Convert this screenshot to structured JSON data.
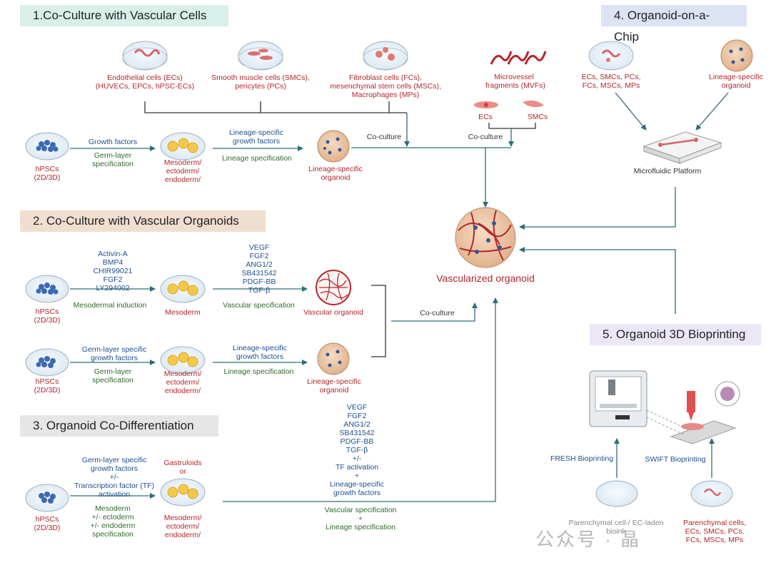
{
  "sections": {
    "s1": "1.Co-Culture with Vascular Cells",
    "s2": "2. Co-Culture with Vascular Organoids",
    "s3": "3. Organoid Co-Differentiation",
    "s4": "4. Organoid-on-a-Chip",
    "s5": "5. Organoid 3D Bioprinting"
  },
  "s1": {
    "ecs": "Endothelial cells (ECs)\n(HUVECs, EPCs, hPSC-ECs)",
    "smcs": "Smooth muscle cells (SMCs),\npericytes (PCs)",
    "fcs": "Fibroblast cells (FCs),\nmesenchymal stem cells (MSCs),\nMacrophages (MPs)",
    "mvf": "Microvessel\nfragments (MVFs)",
    "mvf_ecs": "ECs",
    "mvf_smcs": "SMCs",
    "coculture_a": "Co-culture",
    "coculture_b": "Co-culture",
    "hpscs": "hPSCs\n(2D/3D)",
    "growth_factors": "Growth factors",
    "germ_layer_spec": "Germ-layer\nspecification",
    "mesoderm": "Mesoderm/\nectoderm/\nendoderm/",
    "lineage_gf": "Lineage-specific\ngrowth factors",
    "lineage_spec": "Lineage specification",
    "lineage_organoid": "Lineage-specific\norganoid"
  },
  "s2": {
    "hpscs_a": "hPSCs\n(2D/3D)",
    "factors_a": "Activin-A\nBMP4\nCHIR99021\nFGF2\nLY294002",
    "mesodermal_induction": "Mesodermal induction",
    "mesoderm": "Mesoderm",
    "vasc_factors": "VEGF\nFGF2\nANG1/2\nSB431542\nPDGF-BB\nTGF-β",
    "vascular_spec": "Vascular specification",
    "vascular_organoid": "Vascular organoid",
    "coculture": "Co-culture",
    "hpscs_b": "hPSCs\n(2D/3D)",
    "germ_gf": "Germ-layer specific\ngrowth factors",
    "germ_spec": "Germ-layer\nspecification",
    "mesoderm_b": "Mesoderm/\nectoderm/\nendoderm/",
    "lineage_gf": "Lineage-specific\ngrowth factors",
    "lineage_spec": "Lineage specification",
    "lineage_organoid": "Lineage-specific\norganoid"
  },
  "s3": {
    "hpscs": "hPSCs\n(2D/3D)",
    "factors": "Germ-layer specific\ngrowth factors\n+/-\nTranscription factor (TF)\nactivation",
    "spec": "Mesoderm\n+/- ectoderm\n+/- endoderm\nspecification",
    "gastruloids": "Gastruloids\nor",
    "mesoderm": "Mesoderm/\nectoderm/\nendoderm/",
    "center_factors": "VEGF\nFGF2\nANG1/2\nSB431542\nPDGF-BB\nTGF-β\n+/-\nTF activation\n+\nLineage-specific\ngrowth factors",
    "center_spec": "Vascular specification\n+\nLineage specification"
  },
  "s4": {
    "cells": "ECs, SMCs, PCs,\nFCs, MSCs, MPs",
    "lineage_organoid": "Lineage-specific\norganoid",
    "platform": "Microfluidic Platform"
  },
  "s5": {
    "fresh": "FRESH Bioprinting",
    "swift": "SWIFT Bioprinting",
    "bioink": "Parenchymal cell-/ EC-laden\nbioink",
    "cells": "Parenchymal cells,\nECs, SMCs, PCs,\nFCs, MSCs, MPs"
  },
  "center": {
    "label": "Vascularized organoid"
  },
  "watermark": "公众号 · 晶",
  "colors": {
    "arrow": "#2e6e78",
    "bracket": "#333333",
    "label_red": "#b3262b",
    "label_blue": "#1f4e8c",
    "label_green": "#2f6b2a"
  }
}
